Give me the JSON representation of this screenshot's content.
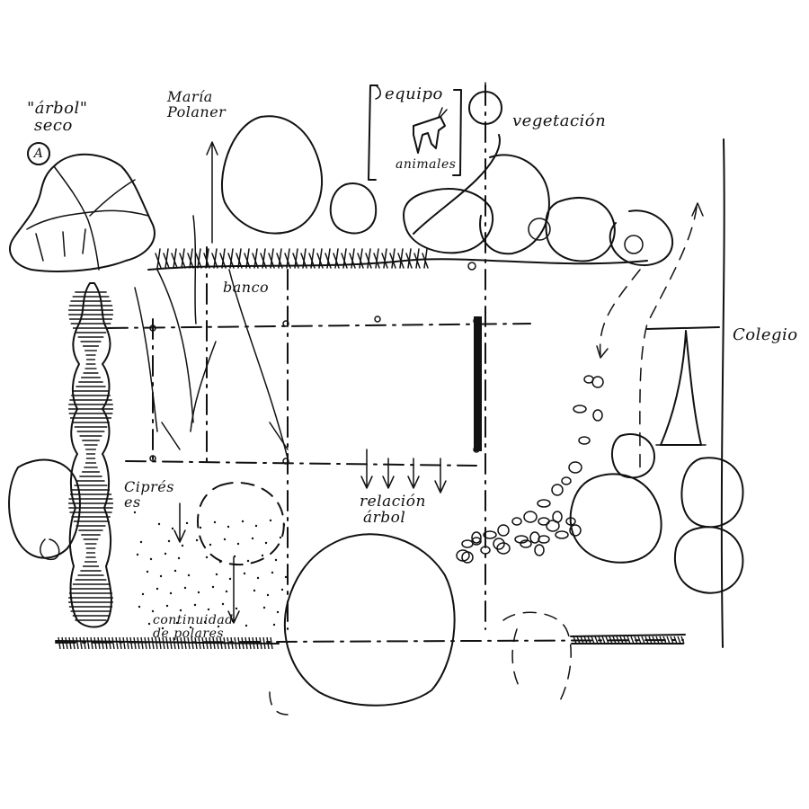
{
  "labels": {
    "arbol_seco_line1": "\"árbol\"",
    "arbol_seco_line2": "seco",
    "circle_letter": "A",
    "maria_line1": "María",
    "maria_line2": "Polaner",
    "equipo": "equipo",
    "animales": "animales",
    "vegetacion": "vegetación",
    "banco": "banco",
    "colegio": "Colegio",
    "cipres_line1": "Ciprés",
    "cipres_line2": "es",
    "relacion_line1": "relación",
    "relacion_line2": "árbol",
    "continuidad_line1": "continuidad",
    "continuidad_line2": "de polares"
  },
  "colors": {
    "ink": "#111111",
    "paper": "#ffffff"
  }
}
